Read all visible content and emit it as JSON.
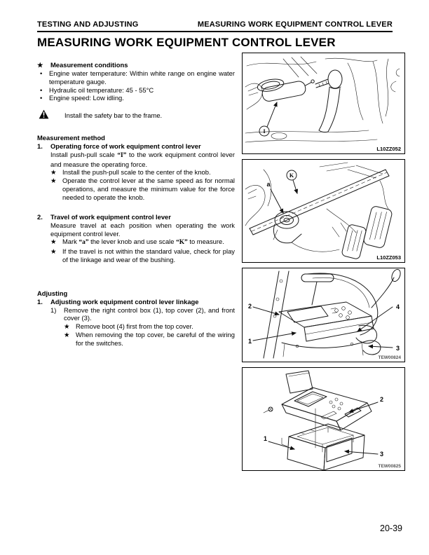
{
  "header": {
    "left": "TESTING AND ADJUSTING",
    "right": "MEASURING WORK EQUIPMENT CONTROL LEVER"
  },
  "title": "MEASURING WORK EQUIPMENT CONTROL LEVER",
  "markers": {
    "star": "★",
    "bullet": "•"
  },
  "conditions": {
    "heading": "Measurement conditions",
    "items": [
      "Engine water temperature: Within white range on engine water temperature gauge.",
      "Hydraulic oil temperature: 45 - 55°C",
      "Engine speed: Low idling."
    ],
    "warning": "Install the safety bar to the frame."
  },
  "method": {
    "heading": "Measurement method",
    "step1": {
      "num": "1.",
      "title": "Operating force of work equipment control lever",
      "body_parts": [
        "Install push-pull scale ",
        "“I”",
        " to the work equipment control lever and measure the operating force."
      ],
      "notes": [
        "Install the push-pull scale to the center of the knob.",
        "Operate the control lever at the same speed as for normal operations, and measure the minimum value for the force needed to operate the knob."
      ]
    },
    "step2": {
      "num": "2.",
      "title": "Travel of work equipment control lever",
      "body": "Measure travel at each position when operating the work equipment control lever.",
      "note1_parts": [
        "Mark ",
        "“a”",
        " the lever knob and use scale ",
        "“K”",
        " to measure."
      ],
      "note2": "If the travel is not within the standard value, check for play of the linkage and wear of the bushing."
    }
  },
  "adjusting": {
    "heading": "Adjusting",
    "step1": {
      "num": "1.",
      "title": "Adjusting work equipment control lever linkage",
      "sub1": {
        "num": "1)",
        "body": "Remove the right control box (1), top cover (2), and front cover (3).",
        "notes": [
          "Remove boot (4) first from the top cover.",
          "When removing the top cover, be careful of the wiring for the switches."
        ]
      }
    }
  },
  "figures": {
    "fig1": {
      "code": "L10ZZ052",
      "callout": "I"
    },
    "fig2": {
      "code": "L10ZZ053",
      "callout_a": "a",
      "callout_k": "K"
    },
    "fig3": {
      "code": "TEW00824",
      "c1": "1",
      "c2": "2",
      "c3": "3",
      "c4": "4"
    },
    "fig4": {
      "code": "TEW00825",
      "c1": "1",
      "c2": "2",
      "c3": "3"
    }
  },
  "page_number": "20-39"
}
